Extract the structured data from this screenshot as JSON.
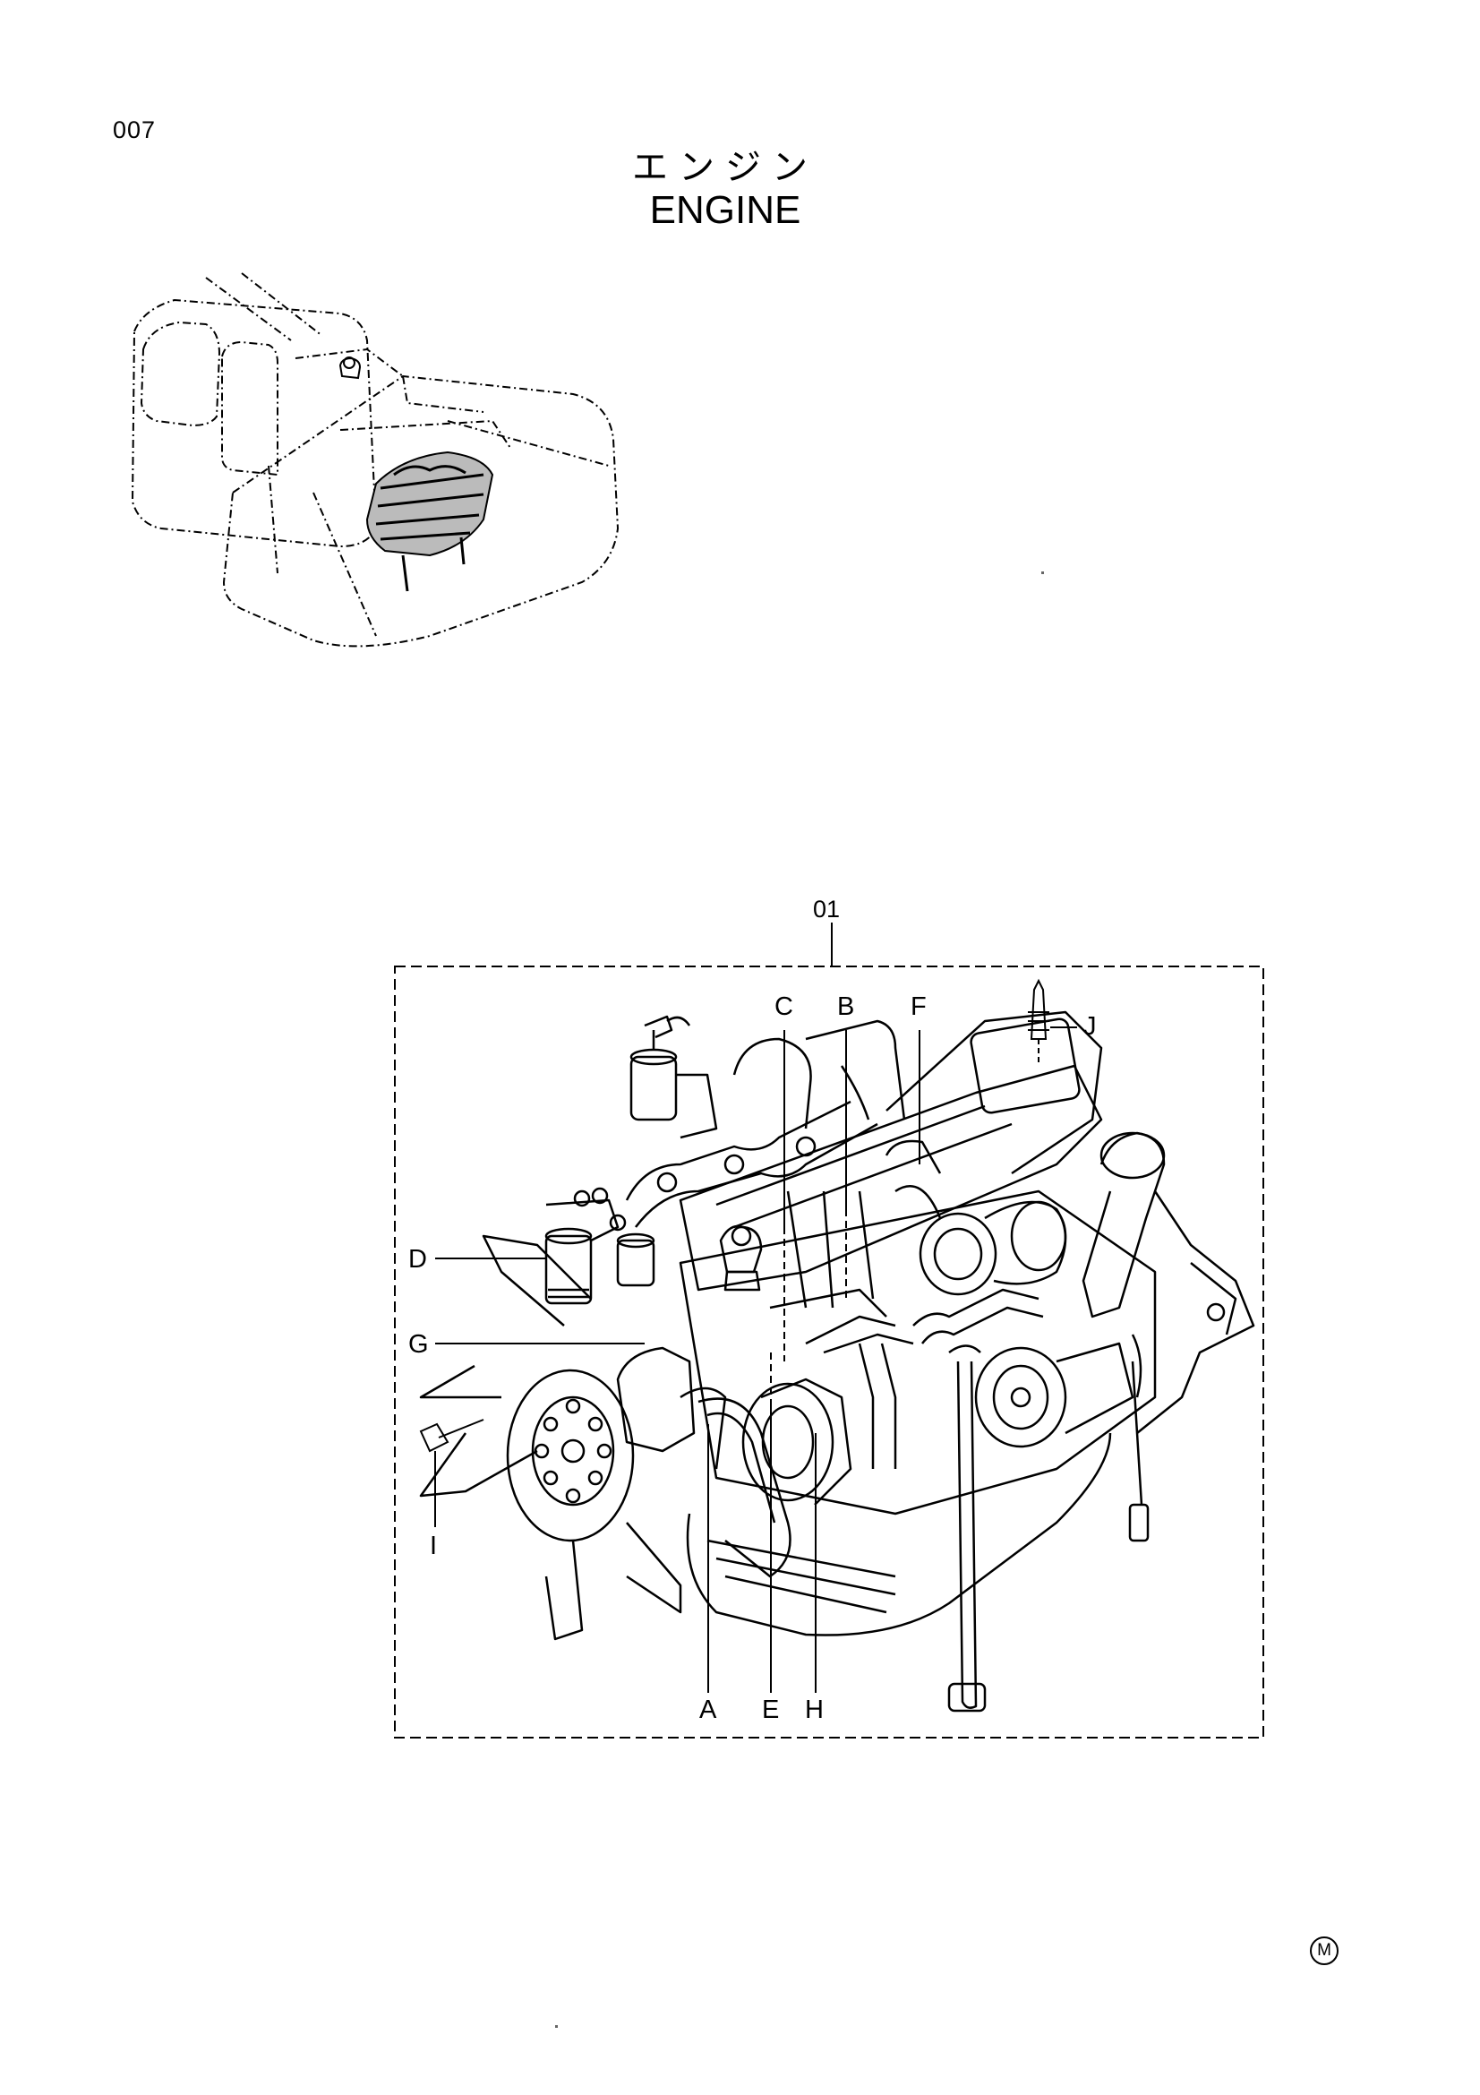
{
  "header": {
    "page_number": "007",
    "title_jp": "エンジン",
    "title_en": "ENGINE"
  },
  "assembly": {
    "part_callout": "01"
  },
  "labels": {
    "a": "A",
    "b": "B",
    "c": "C",
    "d": "D",
    "e": "E",
    "f": "F",
    "g": "G",
    "h": "H",
    "i": "I",
    "j": "J"
  },
  "footer": {
    "mark": "M"
  }
}
